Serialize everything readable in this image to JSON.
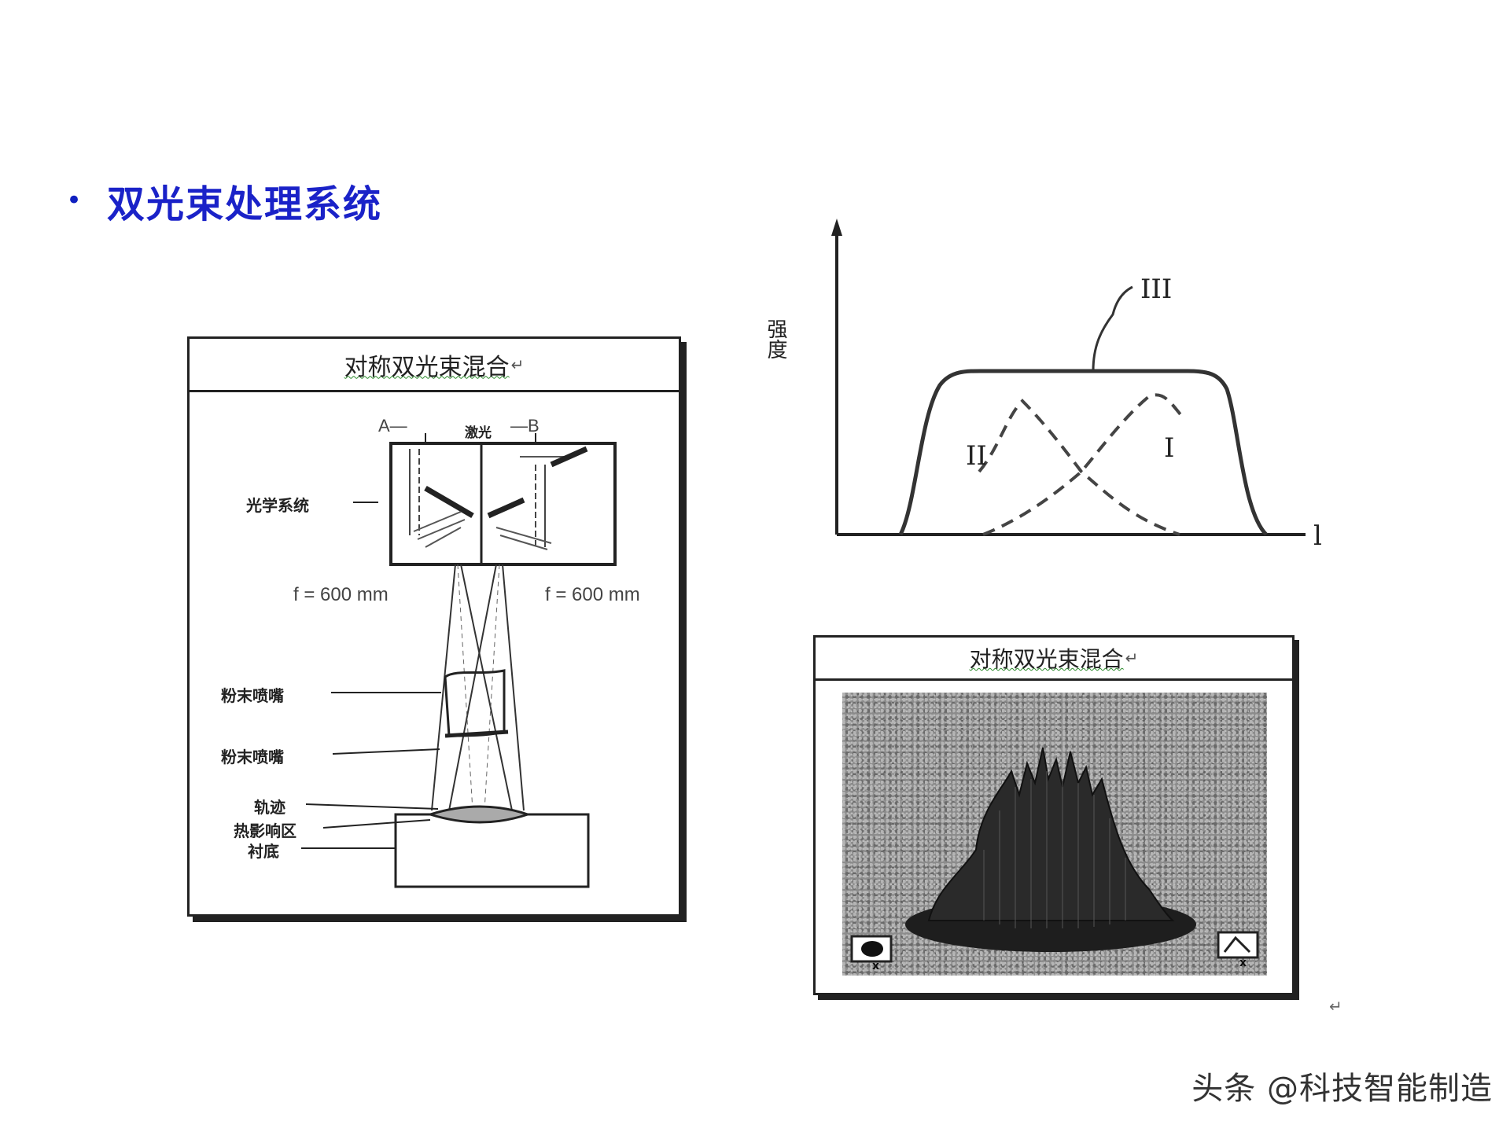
{
  "slide": {
    "bullet": "•",
    "title": "双光束处理系统"
  },
  "left_figure": {
    "title": "对称双光束混合",
    "beam_a": "A—",
    "beam_label": "激光",
    "beam_b": "—B",
    "optics_label": "光学系统",
    "focal_left": "f = 600 mm",
    "focal_right": "f = 600 mm",
    "nozzle_label_1": "粉末喷嘴",
    "nozzle_label_2": "粉末喷嘴",
    "track_label": "轨迹",
    "haz_label": "热影响区",
    "substrate_label": "衬底"
  },
  "intensity_graph": {
    "y_label": "强度",
    "x_label": "l",
    "curve_labels": [
      "III",
      "II",
      "I"
    ]
  },
  "right_figure": {
    "title": "对称双光束混合",
    "icon_left": "x",
    "icon_right": "x"
  },
  "watermark": "头条 @科技智能制造"
}
